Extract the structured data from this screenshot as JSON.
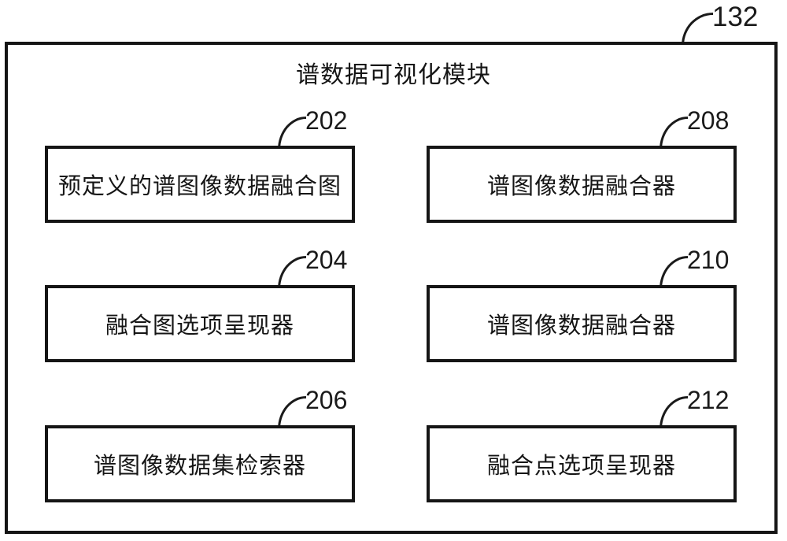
{
  "figure": {
    "outer_ref": "132",
    "title": "谱数据可视化模块",
    "modules": [
      {
        "ref": "202",
        "label": "预定义的谱图像数据融合图"
      },
      {
        "ref": "204",
        "label": "融合图选项呈现器"
      },
      {
        "ref": "206",
        "label": "谱图像数据集检索器"
      },
      {
        "ref": "208",
        "label": "谱图像数据融合器"
      },
      {
        "ref": "210",
        "label": "谱图像数据融合器"
      },
      {
        "ref": "212",
        "label": "融合点选项呈现器"
      }
    ],
    "colors": {
      "line": "#151515",
      "text": "#151515",
      "background": "#ffffff"
    }
  }
}
